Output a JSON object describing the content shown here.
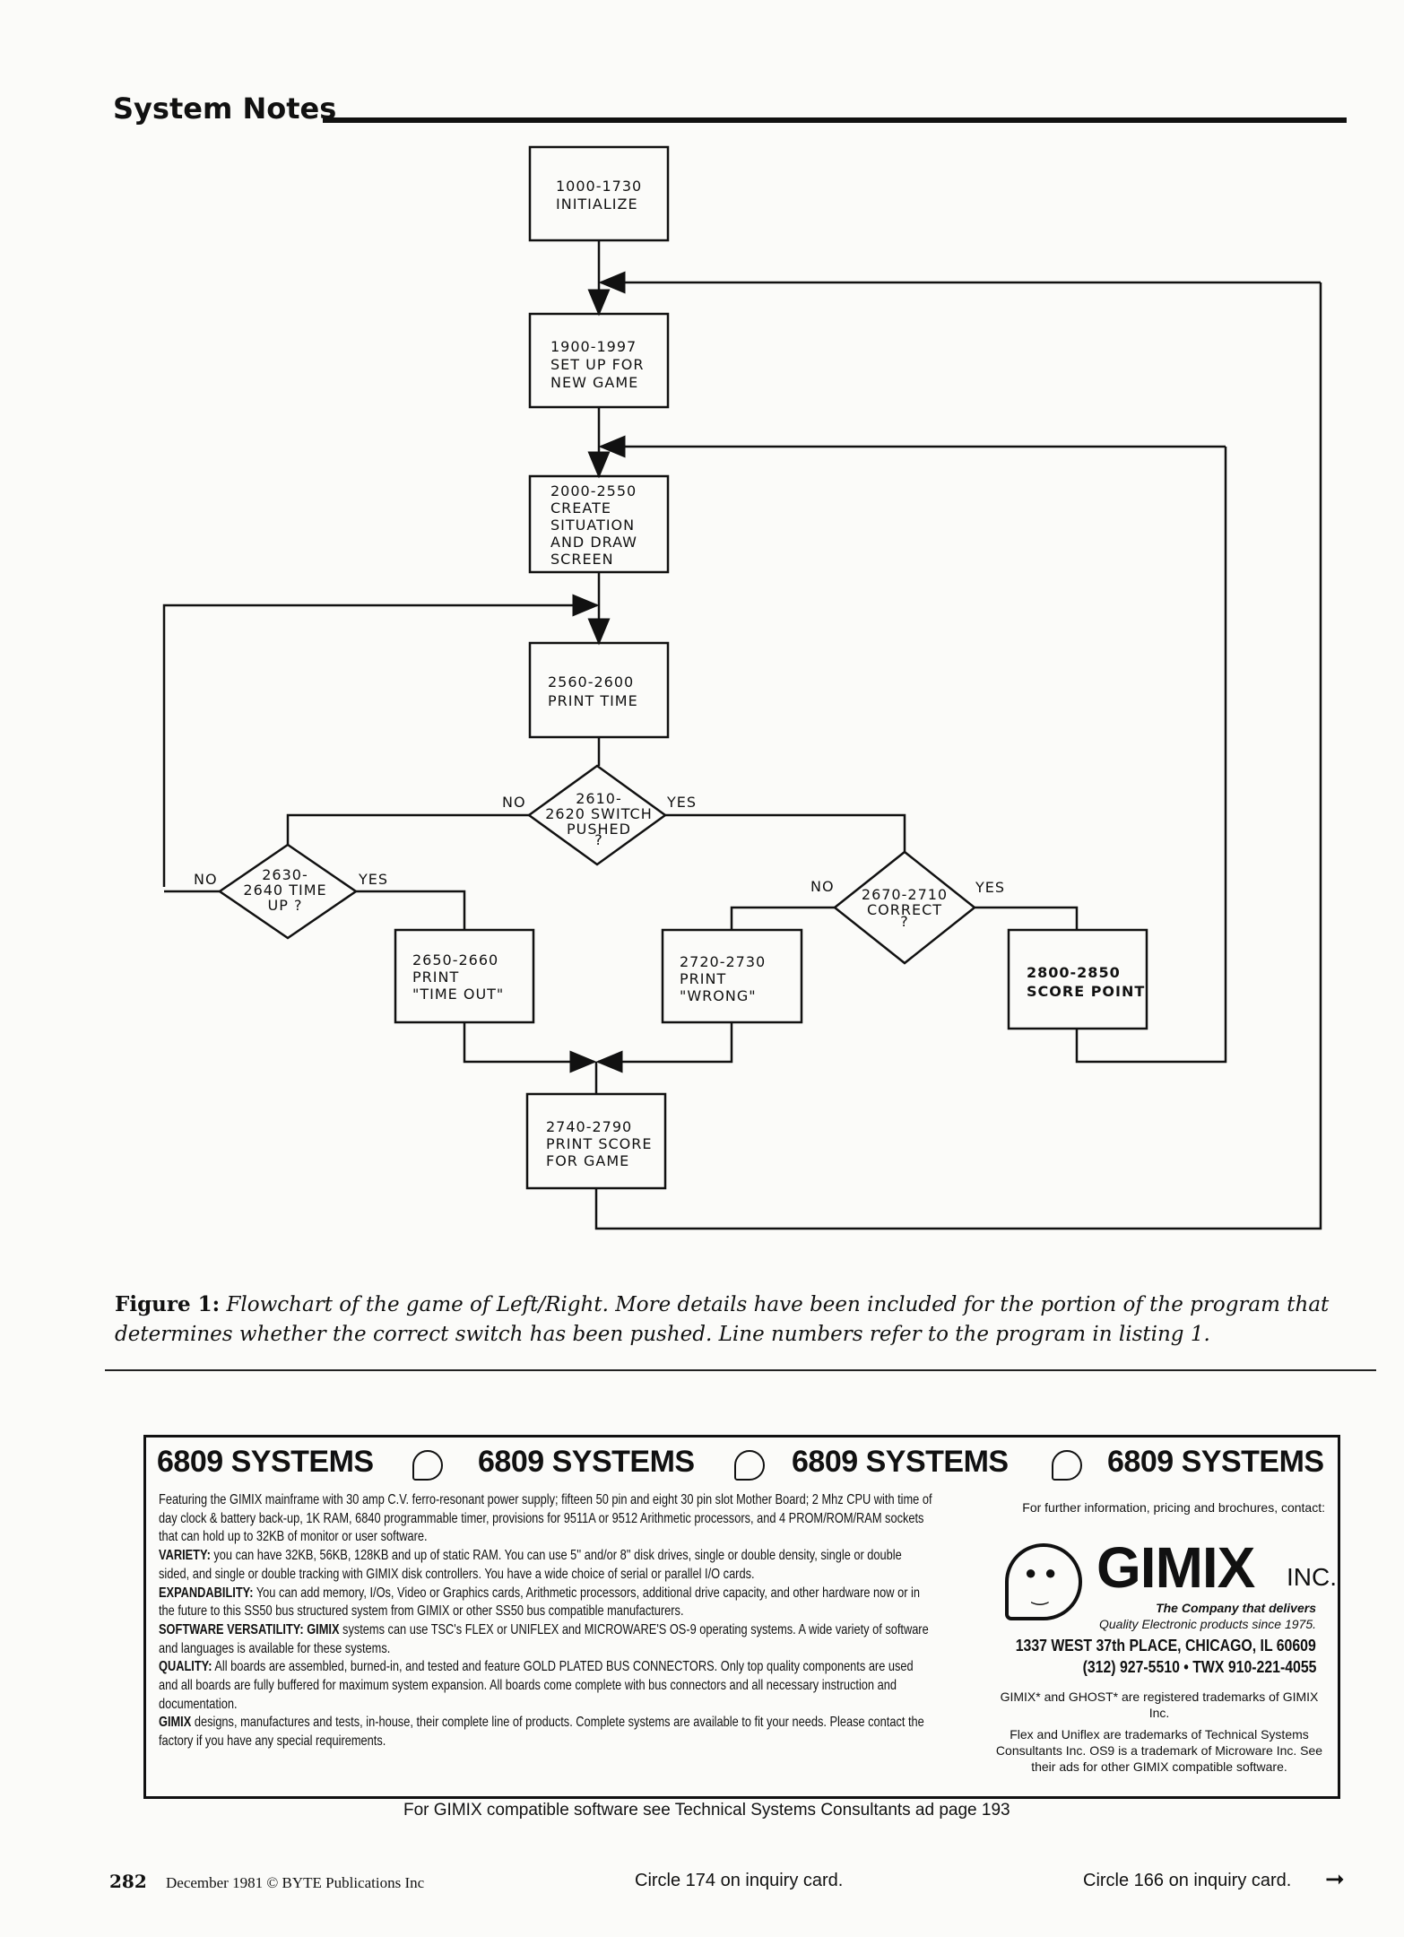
{
  "header": {
    "section": "System Notes"
  },
  "flowchart": {
    "box1": [
      "1000-1730",
      "INITIALIZE"
    ],
    "box2": [
      "1900-1997",
      "SET UP FOR",
      "NEW GAME"
    ],
    "box3": [
      "2000-2550",
      "CREATE",
      "SITUATION",
      "AND DRAW",
      "SCREEN"
    ],
    "box4": [
      "2560-2600",
      "PRINT TIME"
    ],
    "d1": [
      "2610-",
      "2620 SWITCH",
      "PUSHED",
      "?"
    ],
    "d2": [
      "2630-",
      "2640 TIME",
      "UP ?"
    ],
    "d3": [
      "2670-2710",
      "CORRECT",
      "?"
    ],
    "box5": [
      "2650-2660",
      "PRINT",
      "\"TIME OUT\""
    ],
    "box6": [
      "2720-2730",
      "PRINT",
      "\"WRONG\""
    ],
    "box7": [
      "2800-2850",
      "SCORE POINT"
    ],
    "box8": [
      "2740-2790",
      "PRINT SCORE",
      "FOR GAME"
    ],
    "yes": "YES",
    "no": "NO"
  },
  "caption": {
    "label": "Figure 1:",
    "text": "Flowchart of the game of Left/Right. More details have been included for the portion of the program that determines whether the correct switch has been pushed. Line numbers refer to the program in listing 1."
  },
  "ad": {
    "headline": "6809 SYSTEMS",
    "p1": "Featuring the GIMIX mainframe with 30 amp C.V. ferro-resonant power supply; fifteen 50 pin and eight 30 pin slot Mother Board; 2 Mhz CPU with time of day clock & battery back-up, 1K RAM, 6840 programmable timer, provisions for 9511A or 9512 Arithmetic processors, and 4 PROM/ROM/RAM sockets that can hold up to 32KB of monitor or user software.",
    "p2_label": "VARIETY:",
    "p2": " you can have 32KB, 56KB, 128KB and up of static RAM. You can use 5'' and/or 8'' disk drives, single or double density, single or double sided, and single or double tracking with GIMIX disk controllers. You have a wide choice of serial or parallel I/O cards.",
    "p3_label": "EXPANDABILITY:",
    "p3": " You can add memory, I/Os, Video or Graphics cards, Arithmetic processors, additional drive capacity, and other hardware now or in the future to this SS50 bus structured system from GIMIX or other SS50 bus compatible manufacturers.",
    "p4_label": "SOFTWARE VERSATILITY: GIMIX",
    "p4": " systems can use TSC's FLEX or UNIFLEX and MICROWARE'S OS-9 operating systems. A wide variety of software and languages is available for these systems.",
    "p5_label": "QUALITY:",
    "p5": " All boards are assembled, burned-in, and tested and feature GOLD PLATED BUS CONNECTORS. Only top quality components are used and all boards are fully buffered for maximum system expansion. All boards come complete with bus connectors and all necessary instruction and documentation.",
    "p6_label": "GIMIX",
    "p6": " designs, manufactures and tests, in-house, their complete line of products. Complete systems are available to fit your needs. Please contact the factory if you have any special requirements.",
    "contact": "For further information, pricing and brochures, contact:",
    "logo": "GIMIX",
    "logo_inc": "INC.",
    "tag1": "The Company that delivers",
    "tag2": "Quality Electronic products since 1975.",
    "address": "1337 WEST 37th PLACE, CHICAGO, IL 60609",
    "phone": "(312) 927-5510  •  TWX 910-221-4055",
    "tm1": "GIMIX* and GHOST* are registered trademarks of GIMIX Inc.",
    "tm2": "Flex and Uniflex are trademarks of Technical Systems Consultants Inc. OS9 is a trademark of Microware Inc. See their ads for other GIMIX compatible software.",
    "footer": "For GIMIX compatible software see Technical Systems Consultants ad page 193"
  },
  "page_footer": {
    "page": "282",
    "date": "December 1981 © BYTE Publications Inc",
    "circle1": "Circle 174 on inquiry card.",
    "circle2": "Circle 166 on inquiry card."
  }
}
